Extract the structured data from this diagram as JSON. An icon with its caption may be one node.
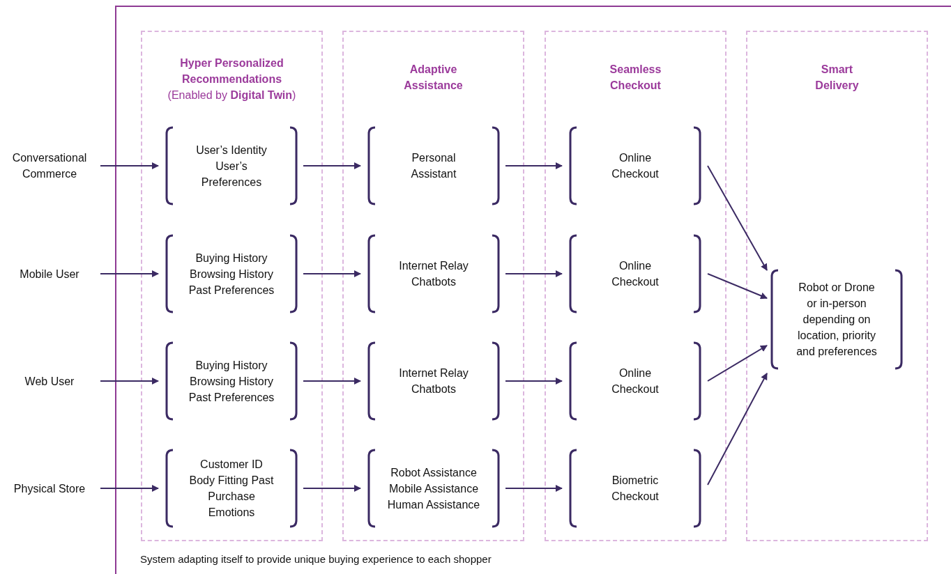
{
  "diagram": {
    "nodes": [
      {
        "text": [
          "System adapting itself to provide unique buying experience to each shopper"
        ]
      },
      {
        "text": [
          "Hyper Personalized Recommendations",
          "(Enabled by **Digital Twin**)"
        ],
        "in": 0
      },
      {
        "text": [
          "User’s Identity User’s Preferences"
        ],
        "in": 1
      },
      {
        "text": [
          "Buying History Browsing History Past Preferences"
        ],
        "in": 1
      },
      {
        "text": [
          "Buying History Browsing History Past Preferences"
        ],
        "in": 1
      },
      {
        "text": [
          "Customer ID Body Fitting Past Purchase Emotions"
        ],
        "in": 1
      },
      {
        "text": [
          "Adaptive Assistance"
        ],
        "in": 0
      },
      {
        "text": [
          "Personal Assistant"
        ],
        "in": 6
      },
      {
        "text": [
          "Internet Relay Chatbots"
        ],
        "in": 6
      },
      {
        "text": [
          "Internet Relay Chatbots"
        ],
        "in": 6
      },
      {
        "text": [
          "Robot Assistance Mobile Assistance Human Assistance"
        ],
        "in": 6
      },
      {
        "text": [
          "Seamless Checkout"
        ],
        "in": 0
      },
      {
        "text": [
          "Online Checkout"
        ],
        "in": 11
      },
      {
        "text": [
          "Online Checkout"
        ],
        "in": 11
      },
      {
        "text": [
          "Online Checkout"
        ],
        "in": 11
      },
      {
        "text": [
          "Biometric Checkout"
        ],
        "in": 11
      },
      {
        "text": [
          "Smart Delivery"
        ],
        "in": 0
      },
      {
        "text": [
          "Robot or Drone or in-person depending on location, priority and preferences"
        ],
        "in": 16
      },
      {
        "text": [
          "Conversational Commerce"
        ]
      },
      {
        "text": [
          "Mobile User"
        ]
      },
      {
        "text": [
          "Web User"
        ]
      },
      {
        "text": [
          "Physical Store"
        ]
      }
    ],
    "edges": [
      {
        "from": 18,
        "to": 2,
        "arrow": "to"
      },
      {
        "from": 19,
        "to": 3,
        "arrow": "to"
      },
      {
        "from": 20,
        "to": 4,
        "arrow": "to"
      },
      {
        "from": 21,
        "to": 5,
        "arrow": "to"
      },
      {
        "from": 2,
        "to": 7,
        "arrow": "to"
      },
      {
        "from": 3,
        "to": 8,
        "arrow": "to"
      },
      {
        "from": 4,
        "to": 9,
        "arrow": "to"
      },
      {
        "from": 5,
        "to": 10,
        "arrow": "to"
      },
      {
        "from": 7,
        "to": 12,
        "arrow": "to"
      },
      {
        "from": 8,
        "to": 13,
        "arrow": "to"
      },
      {
        "from": 9,
        "to": 14,
        "arrow": "to"
      },
      {
        "from": 10,
        "to": 15,
        "arrow": "to"
      },
      {
        "from": 12,
        "to": 17,
        "arrow": "to"
      },
      {
        "from": 13,
        "to": 17,
        "arrow": "to"
      },
      {
        "from": 14,
        "to": 17,
        "arrow": "to"
      },
      {
        "from": 15,
        "to": 17,
        "arrow": "to"
      }
    ]
  }
}
